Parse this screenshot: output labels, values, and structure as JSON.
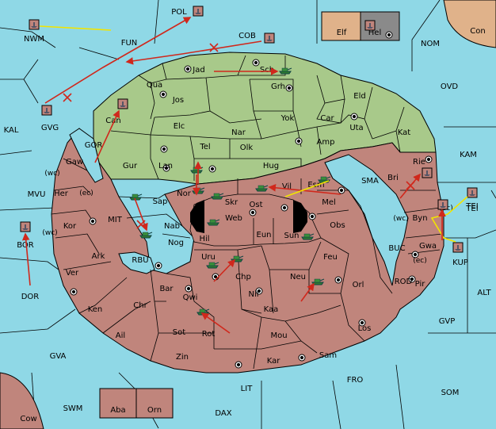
{
  "colors": {
    "sea": "#8fd8e6",
    "axis_land": "#a8c98a",
    "allied_land": "#c0857c",
    "neutral_land": "#e0b28a",
    "highlight_land": "#8a8a8a",
    "border": "#000000",
    "move_arrow": "#d0281c",
    "support_line": "#f2e400"
  },
  "sea_labels": [
    "NWM",
    "FUN",
    "COB",
    "NOM",
    "OVD",
    "KAL",
    "KAM",
    "MVU",
    "GOR",
    "MIT",
    "RBU",
    "SMA",
    "BUC",
    "ROD",
    "TEI",
    "ALT",
    "GVP",
    "DOR",
    "GVA",
    "FRO",
    "LIT",
    "SOM",
    "SWM",
    "DAX"
  ],
  "axis_labels": [
    "Jad",
    "Sch",
    "Qua",
    "Jos",
    "Grh",
    "Eld",
    "Can",
    "Elc",
    "Nar",
    "Yok",
    "Car",
    "Uta",
    "Kat",
    "Tel",
    "Olk",
    "Amp",
    "Gur",
    "Lan",
    "Hug",
    "Bri",
    "Rie"
  ],
  "allied_labels": [
    "Gaw",
    "(wc)",
    "(ec)",
    "Her",
    "Kor",
    "(wc)",
    "Ark",
    "Ver",
    "Ken",
    "Chr",
    "Ail",
    "Sap",
    "Nor",
    "Nab",
    "Nog",
    "Hil",
    "Bar",
    "Qwi",
    "Sot",
    "Rot",
    "Zin",
    "Skr",
    "Web",
    "Ost",
    "Vil",
    "Esm",
    "Mel",
    "Eun",
    "Sun",
    "Obs",
    "Uru",
    "Chp",
    "Nil",
    "Neu",
    "Feu",
    "Orl",
    "Kaa",
    "Mou",
    "Los",
    "Kar",
    "Sam",
    "Byn",
    "(ec)",
    "(wc)",
    "Gwa",
    "(ec)",
    "Pir",
    "Cow"
  ],
  "neutral_labels": [
    "Elf",
    "Hel",
    "Con",
    "Aba",
    "Orn"
  ],
  "home_fleets": [
    "NWM",
    "POL",
    "COB",
    "GVG",
    "Can",
    "BOR",
    "Rie",
    "TEI",
    "KUP",
    "Byn"
  ],
  "home_labels": {
    "pol": "POL",
    "gvg": "GVG",
    "bor": "BOR",
    "tei": "TEI",
    "kup": "KUP"
  }
}
